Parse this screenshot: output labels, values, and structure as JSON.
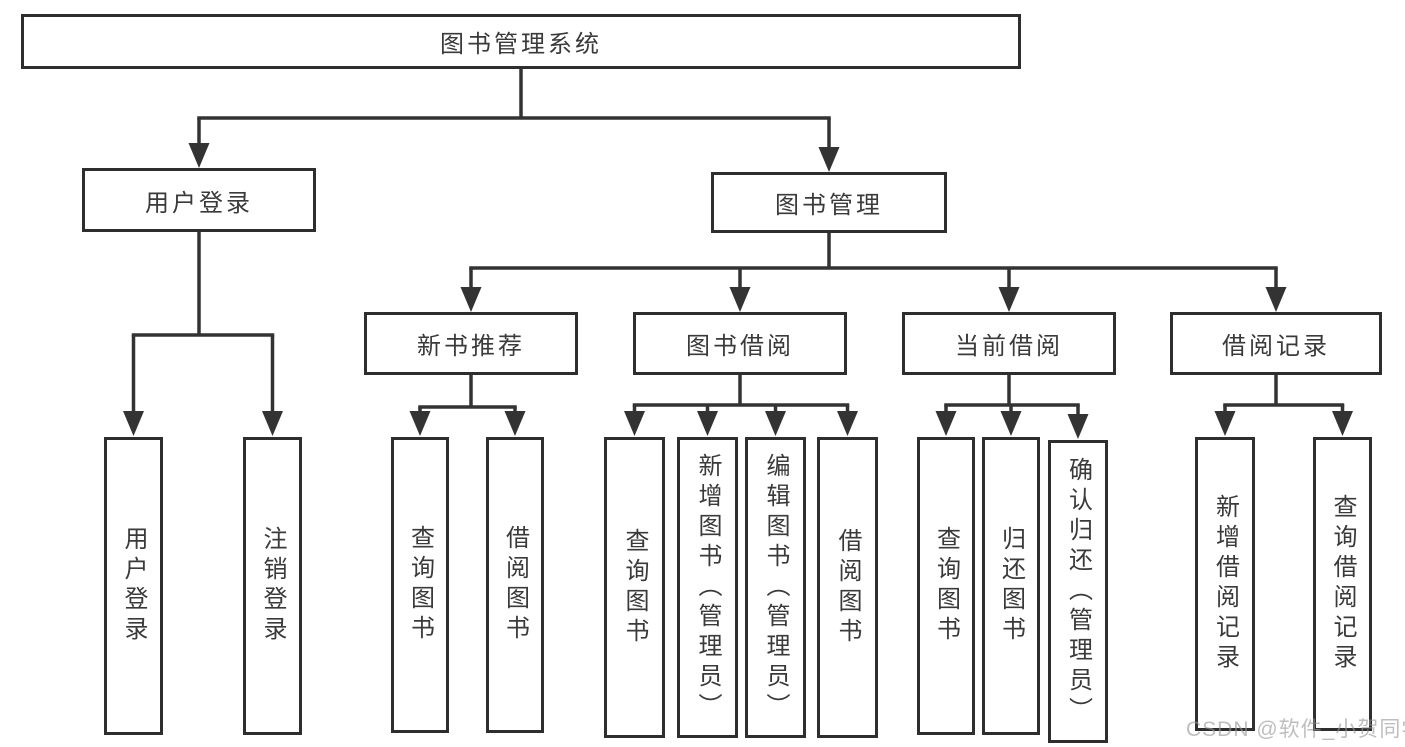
{
  "diagram": {
    "root": {
      "label": "图书管理系统"
    },
    "branches": [
      {
        "label": "用户登录",
        "children": [
          {
            "label": "用户登录"
          },
          {
            "label": "注销登录"
          }
        ]
      },
      {
        "label": "图书管理",
        "sections": [
          {
            "label": "新书推荐",
            "children": [
              {
                "label": "查询图书"
              },
              {
                "label": "借阅图书"
              }
            ]
          },
          {
            "label": "图书借阅",
            "children": [
              {
                "label": "查询图书"
              },
              {
                "label": "新增图书（管理员）"
              },
              {
                "label": "编辑图书（管理员）"
              },
              {
                "label": "借阅图书"
              }
            ]
          },
          {
            "label": "当前借阅",
            "children": [
              {
                "label": "查询图书"
              },
              {
                "label": "归还图书"
              },
              {
                "label": "确认归还（管理员）"
              }
            ]
          },
          {
            "label": "借阅记录",
            "children": [
              {
                "label": "新增借阅记录"
              },
              {
                "label": "查询借阅记录"
              }
            ]
          }
        ]
      }
    ]
  },
  "watermark": {
    "text": "CSDN @软件_小贺同学"
  },
  "colors": {
    "line": "#333333",
    "box_border": "#2e2e2e",
    "text": "#3a3a3a",
    "watermark": "#969696",
    "background": "#ffffff"
  }
}
